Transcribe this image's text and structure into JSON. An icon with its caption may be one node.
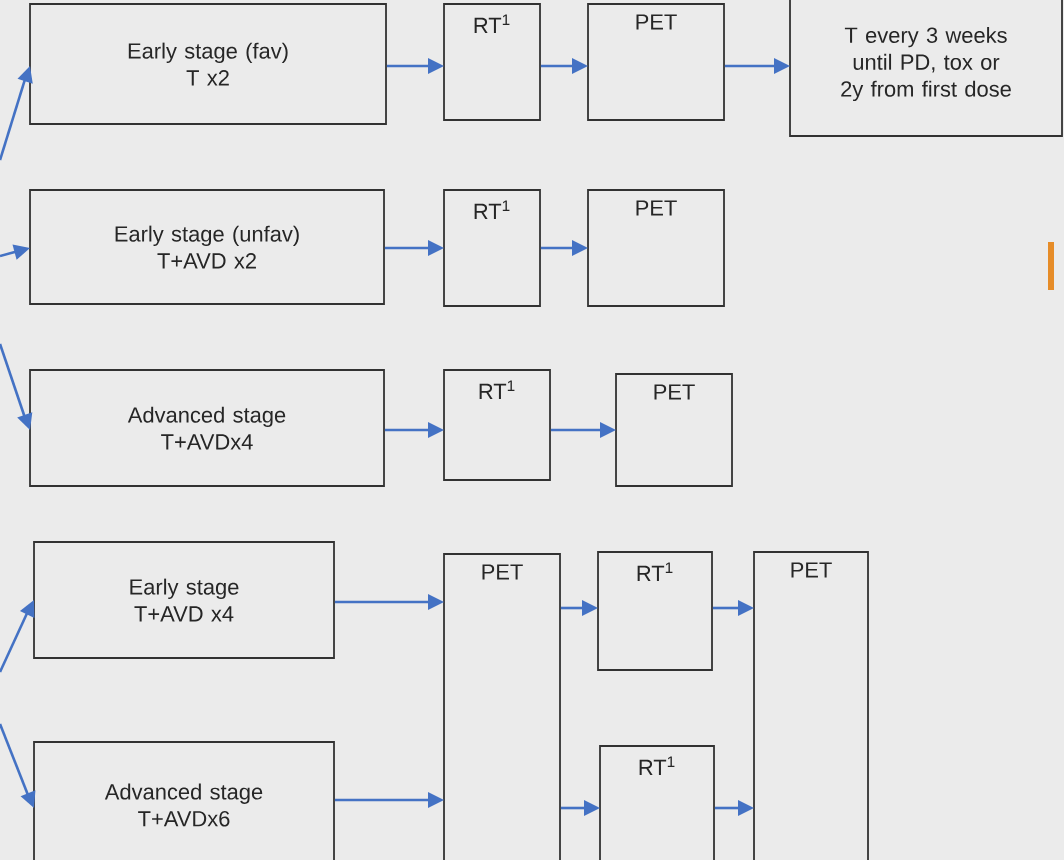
{
  "diagram": {
    "nodes": [
      {
        "text": [
          "Early stage (fav)",
          "T x2"
        ]
      },
      {
        "text": [
          "RT$^{1}$"
        ]
      },
      {
        "text": [
          "PET"
        ]
      },
      {
        "text": [
          "T every 3 weeks until PD, tox or 2y from first dose"
        ]
      },
      {
        "text": [
          "Early stage (unfav)",
          "T+AVD x2"
        ]
      },
      {
        "text": [
          "RT$^{1}$"
        ]
      },
      {
        "text": [
          "PET"
        ]
      },
      {
        "text": [
          "Advanced stage",
          "T+AVDx4"
        ]
      },
      {
        "text": [
          "RT$^{1}$"
        ]
      },
      {
        "text": [
          "PET"
        ]
      },
      {
        "text": [
          "Early stage",
          "T+AVD x4"
        ]
      },
      {
        "text": [
          "Advanced stage",
          "T+AVDx6"
        ]
      },
      {
        "text": [
          "PET"
        ]
      },
      {
        "text": [
          "RT$^{1}$"
        ]
      },
      {
        "text": [
          "RT$^{1}$"
        ]
      },
      {
        "text": [
          "PET"
        ]
      }
    ],
    "edges": [
      {
        "from": null,
        "to": 0,
        "arrow": "to"
      },
      {
        "from": 0,
        "to": 1,
        "arrow": "to"
      },
      {
        "from": 1,
        "to": 2,
        "arrow": "to"
      },
      {
        "from": 2,
        "to": 3,
        "arrow": "to"
      },
      {
        "from": null,
        "to": 4,
        "arrow": "to"
      },
      {
        "from": 4,
        "to": 5,
        "arrow": "to"
      },
      {
        "from": 5,
        "to": 6,
        "arrow": "to"
      },
      {
        "from": null,
        "to": 7,
        "arrow": "to"
      },
      {
        "from": 7,
        "to": 8,
        "arrow": "to"
      },
      {
        "from": 8,
        "to": 9,
        "arrow": "to"
      },
      {
        "from": null,
        "to": 10,
        "arrow": "to"
      },
      {
        "from": null,
        "to": 11,
        "arrow": "to"
      },
      {
        "from": 10,
        "to": 12,
        "arrow": "to"
      },
      {
        "from": 11,
        "to": 12,
        "arrow": "to"
      },
      {
        "from": 12,
        "to": 13,
        "arrow": "to"
      },
      {
        "from": 12,
        "to": 14,
        "arrow": "to"
      },
      {
        "from": 13,
        "to": 15,
        "arrow": "to"
      },
      {
        "from": 14,
        "to": 15,
        "arrow": "to"
      }
    ]
  }
}
